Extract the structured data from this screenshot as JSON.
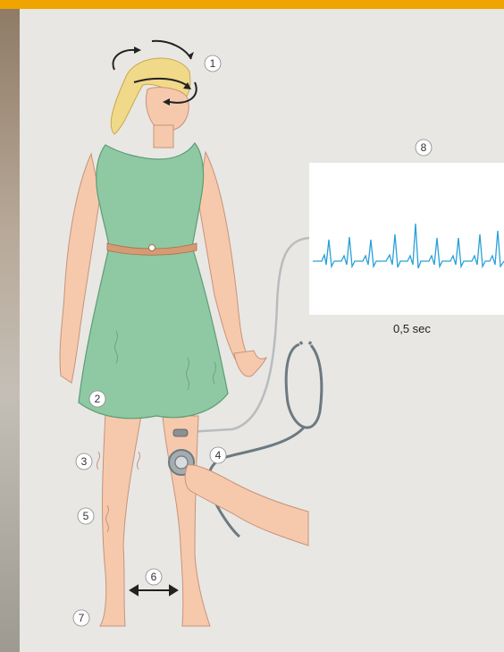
{
  "markers": [
    {
      "id": "1",
      "label": "1"
    },
    {
      "id": "2",
      "label": "2"
    },
    {
      "id": "3",
      "label": "3"
    },
    {
      "id": "4",
      "label": "4"
    },
    {
      "id": "5",
      "label": "5"
    },
    {
      "id": "6",
      "label": "6"
    },
    {
      "id": "7",
      "label": "7"
    },
    {
      "id": "8",
      "label": "8"
    }
  ],
  "ecg": {
    "scale_label": "0,5 sec"
  },
  "colors": {
    "accent_bar": "#f0a400",
    "dress": "#8fc9a3",
    "skin": "#f6c9ad",
    "ecg_trace": "#2aa0d8",
    "stethoscope": "#6c7a80"
  }
}
